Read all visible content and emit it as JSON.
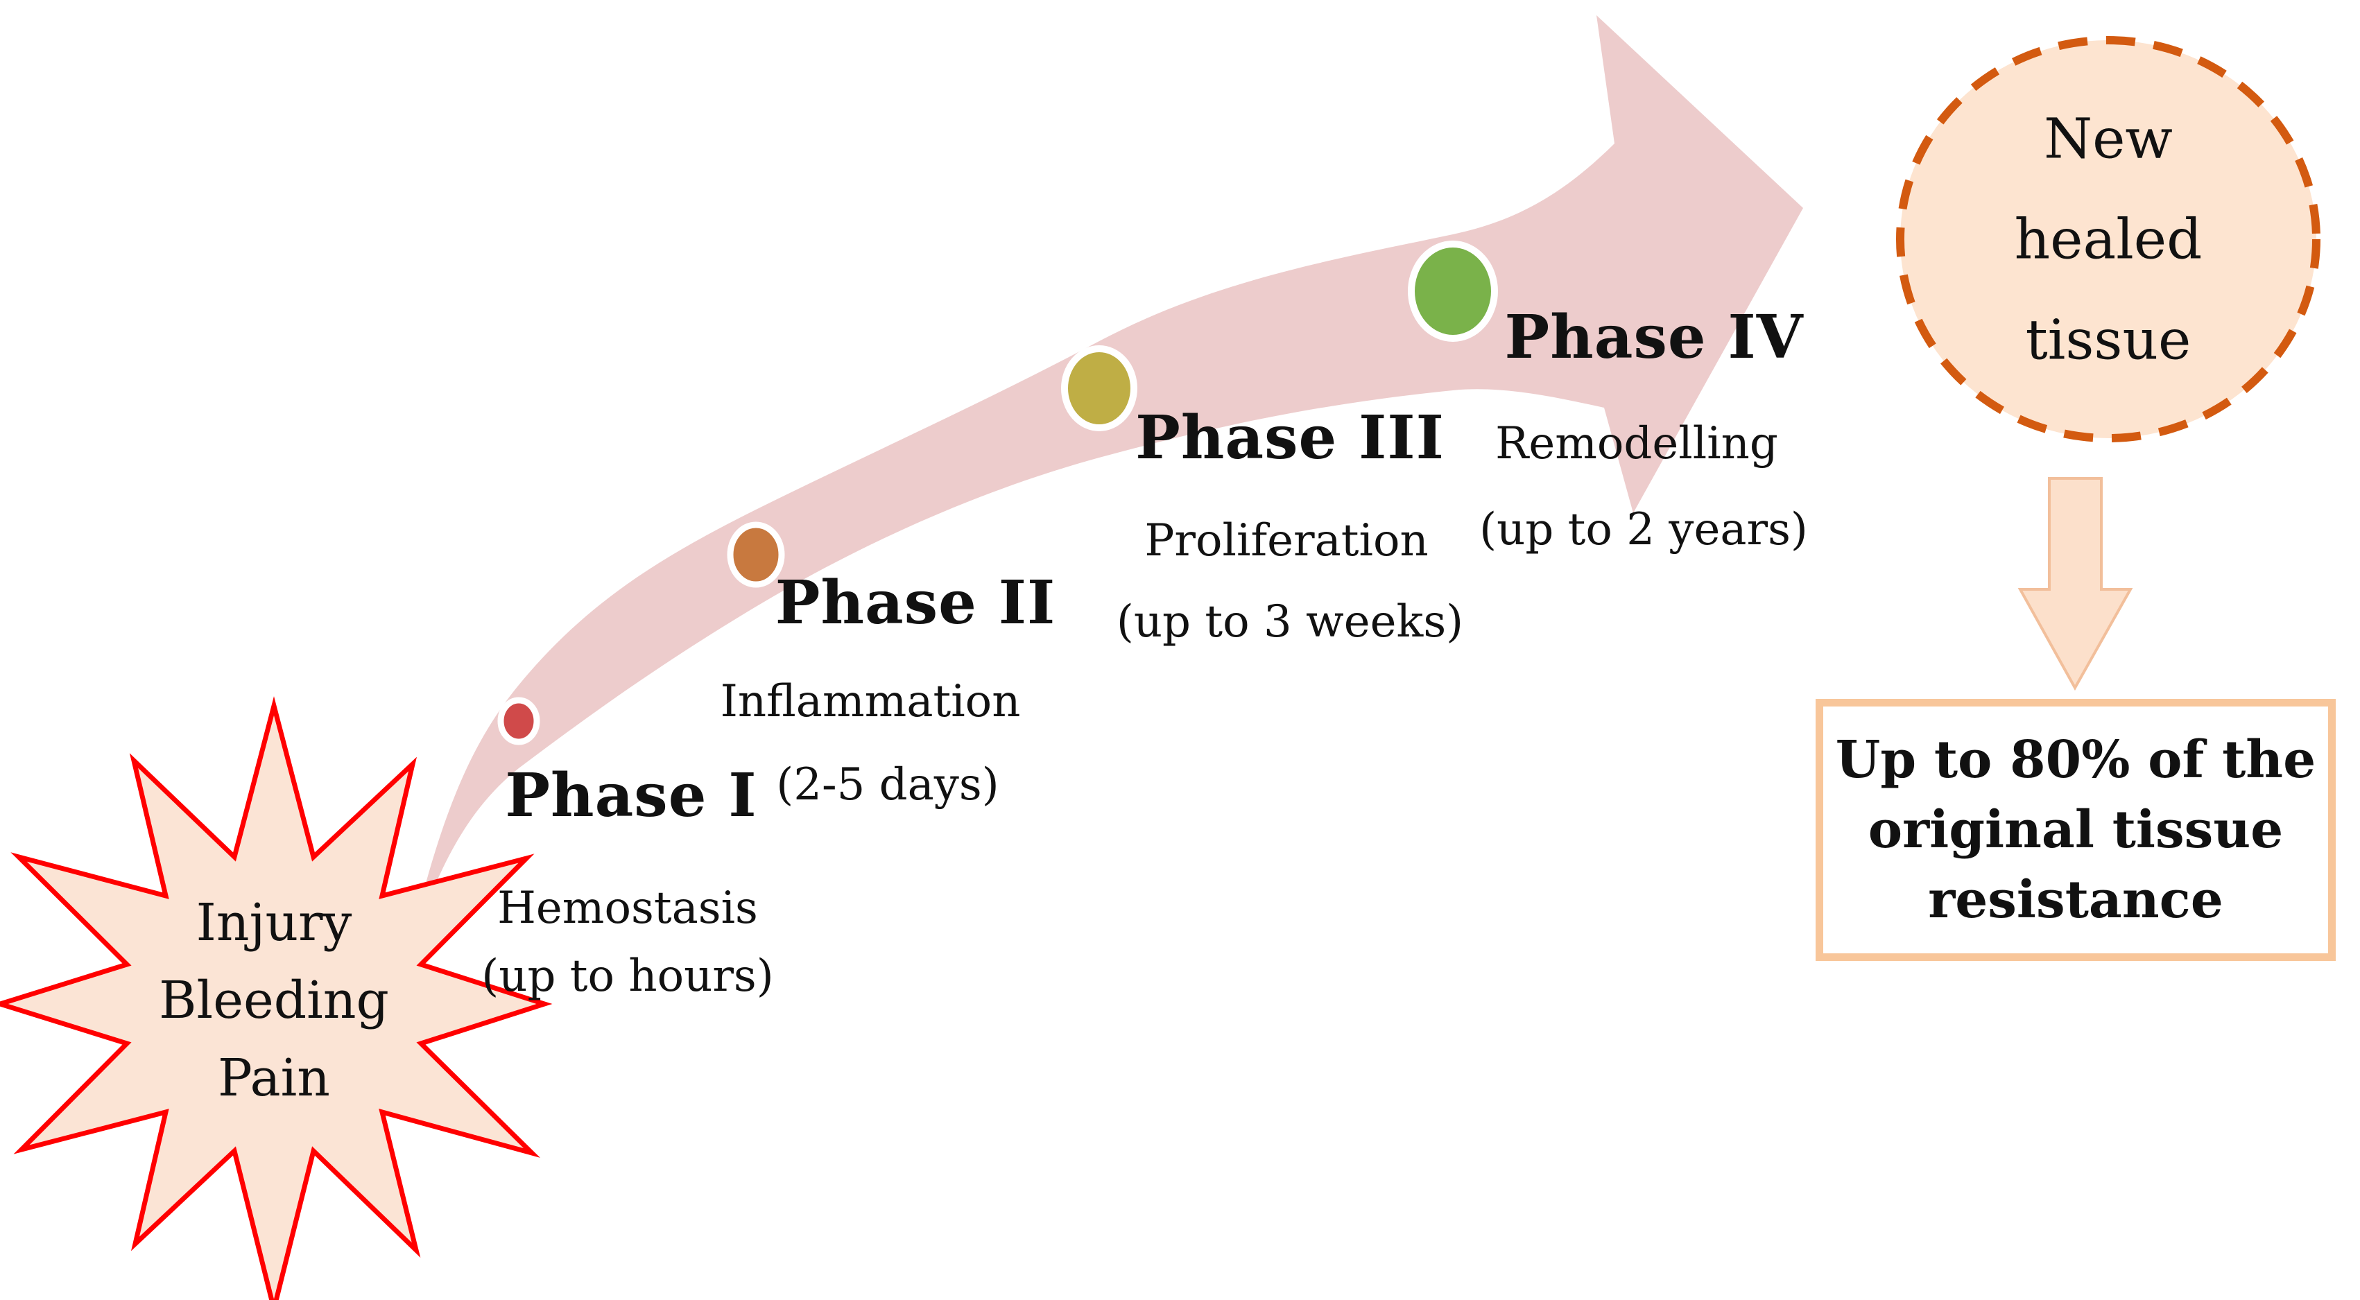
{
  "figure": {
    "background_color": "#ffffff",
    "injury_burst": {
      "lines": [
        "Injury",
        "Bleeding",
        "Pain"
      ],
      "fill_color": "#FBE4D5",
      "border_color": "#FF0000"
    },
    "healing_arrow": {
      "color": "#EDCCCC"
    },
    "phases": [
      {
        "name": "Phase I",
        "process": "Hemostasis",
        "duration": "(up to hours)",
        "dot_color": "#D04A4A"
      },
      {
        "name": "Phase II",
        "process": "Inflammation",
        "duration": "(2-5 days)",
        "dot_color": "#C8793F"
      },
      {
        "name": "Phase III",
        "process": "Proliferation",
        "duration": "(up to 3 weeks)",
        "dot_color": "#BFAE45"
      },
      {
        "name": "Phase IV",
        "process": "Remodelling",
        "duration": "(up to 2 years)",
        "dot_color": "#7AB24A"
      }
    ],
    "healed_circle": {
      "lines": [
        "New",
        "healed",
        "tissue"
      ],
      "fill_color": "#FDE4D0",
      "border_color": "#D35A10"
    },
    "down_arrow": {
      "fill_color": "#FCE0CB",
      "border_color": "#F2BF9B"
    },
    "result_box": {
      "lines": [
        "Up to 80% of the",
        "original tissue",
        "resistance"
      ],
      "border_color": "#F8C69A"
    }
  }
}
